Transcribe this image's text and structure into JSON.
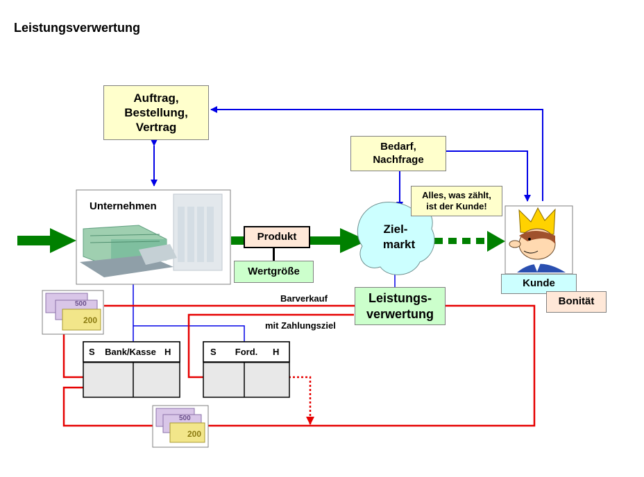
{
  "title": "Leistungsverwertung",
  "boxes": {
    "auftrag": [
      "Auftrag,",
      "Bestellung,",
      "Vertrag"
    ],
    "bedarf": [
      "Bedarf,",
      "Nachfrage"
    ],
    "callout": [
      "Alles, was zählt,",
      "ist der Kunde!"
    ],
    "unternehmen": "Unternehmen",
    "produkt": "Produkt",
    "wertgroesse": "Wertgröße",
    "zielmarkt": [
      "Ziel-",
      "markt"
    ],
    "kunde": "Kunde",
    "bonitaet": "Bonität",
    "leistungsverwertung": [
      "Leistungs-",
      "verwertung"
    ]
  },
  "labels": {
    "barverkauf": "Barverkauf",
    "zahlungsziel": "mit Zahlungsziel"
  },
  "accounts": {
    "bank": {
      "s": "S",
      "name": "Bank/Kasse",
      "h": "H"
    },
    "ford": {
      "s": "S",
      "name": "Ford.",
      "h": "H"
    }
  },
  "colors": {
    "money_flow": "#e60000",
    "info_flow": "#0000e6",
    "goods_flow": "#008000"
  },
  "icons": [
    "euro-banknotes-icon",
    "factory-icon",
    "king-customer-icon"
  ]
}
